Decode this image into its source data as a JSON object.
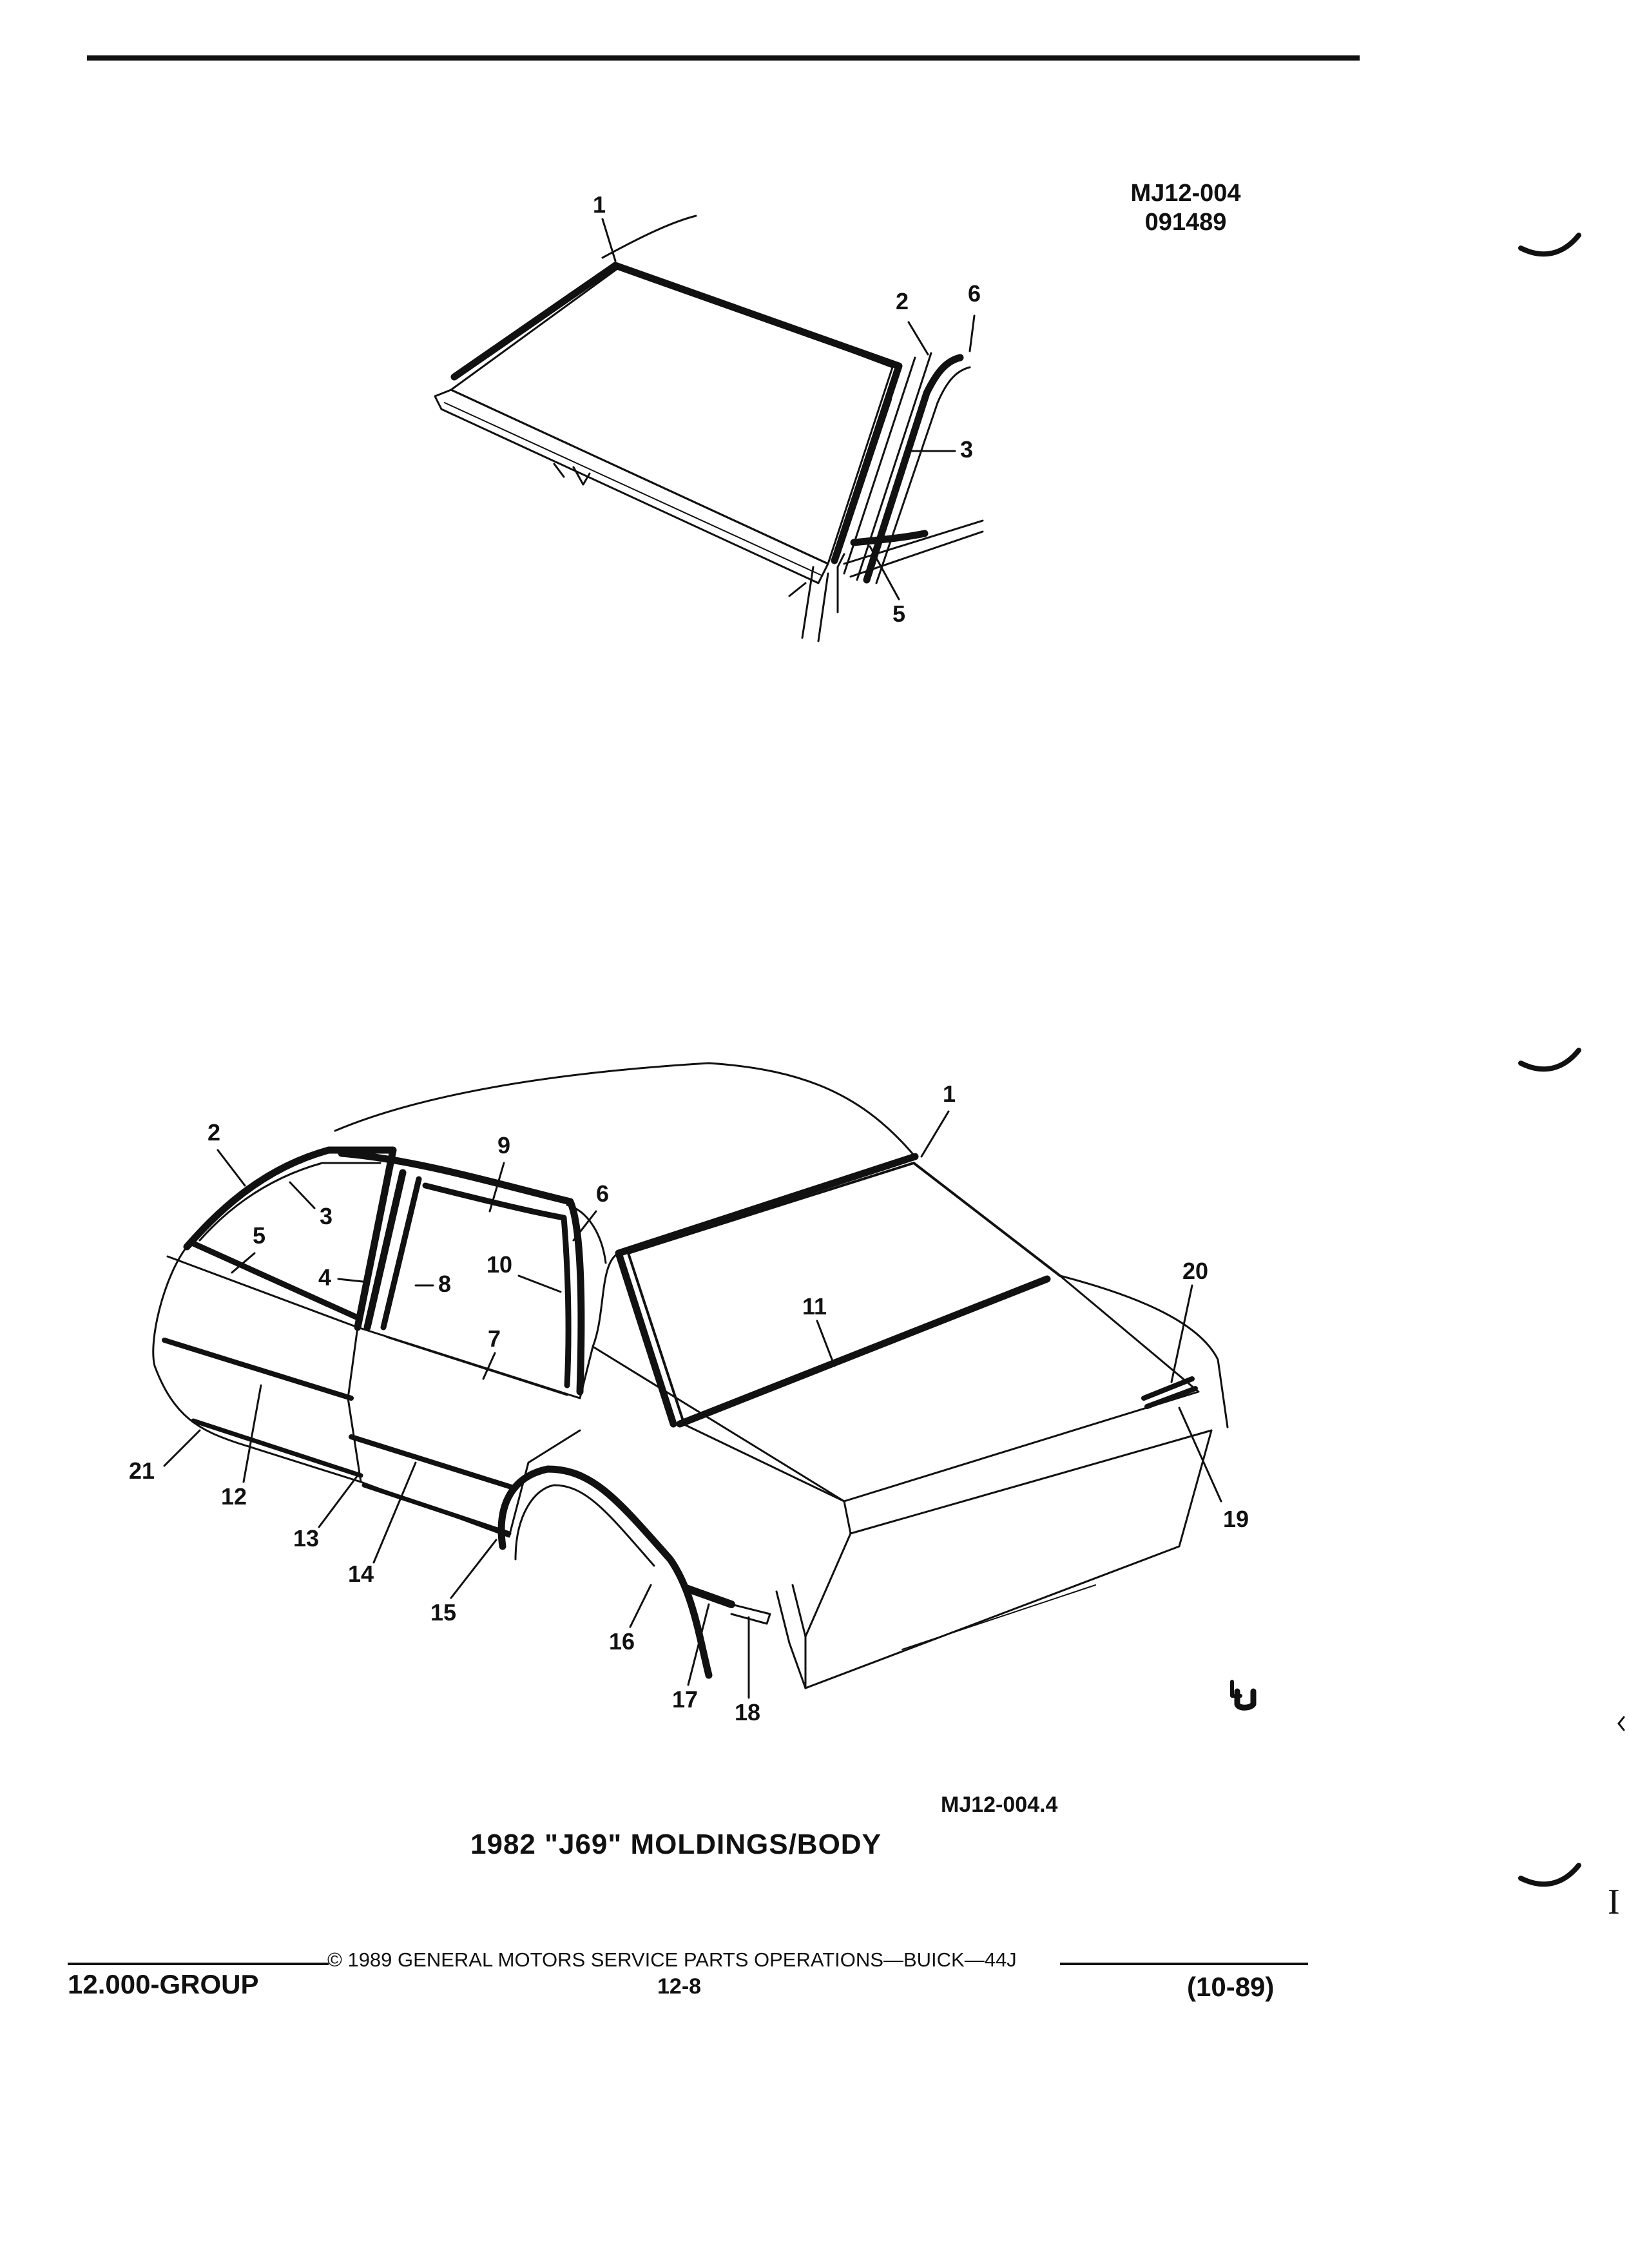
{
  "header": {
    "doc_code": "MJ12-004",
    "doc_date": "091489"
  },
  "figure": {
    "code": "MJ12-004.4",
    "title": "1982 \"J69\" MOLDINGS/BODY",
    "top_callouts": [
      "1",
      "2",
      "6",
      "3",
      "5"
    ],
    "body_callouts": [
      "1",
      "2",
      "3",
      "4",
      "5",
      "6",
      "7",
      "8",
      "9",
      "10",
      "11",
      "12",
      "13",
      "14",
      "15",
      "16",
      "17",
      "18",
      "19",
      "20",
      "21"
    ]
  },
  "footer": {
    "group": "12.000-GROUP",
    "copyright": "© 1989 GENERAL MOTORS SERVICE PARTS OPERATIONS—BUICK—44J",
    "page": "12-8",
    "revision": "(10-89)"
  },
  "margin_marks": {
    "letter": "I"
  }
}
